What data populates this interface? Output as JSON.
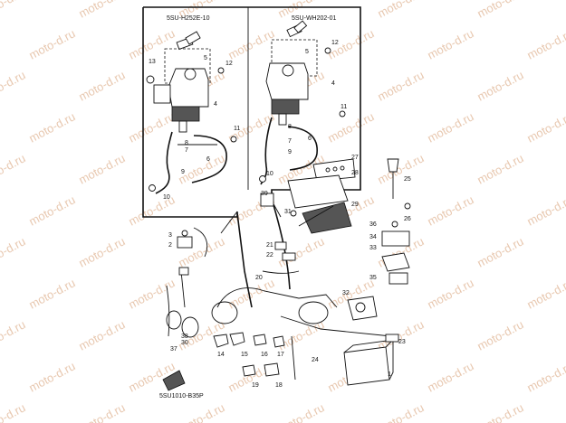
{
  "watermark": "moto-d.ru",
  "codes": {
    "left_box": "5SU-H252E-10",
    "right_box": "5SU-WH202-01",
    "footer": "5SU1010-B35P"
  },
  "callouts": {
    "c1": "1",
    "c2": "2",
    "c3": "3",
    "c4a": "4",
    "c4b": "4",
    "c5a": "5",
    "c5b": "5",
    "c6a": "6",
    "c6b": "6",
    "c7a": "7",
    "c7b": "7",
    "c8a": "8",
    "c8b": "8",
    "c9a": "9",
    "c9b": "9",
    "c10a": "10",
    "c10b": "10",
    "c11a": "11",
    "c11b": "11",
    "c12a": "12",
    "c12b": "12",
    "c13": "13",
    "c14": "14",
    "c15": "15",
    "c16": "16",
    "c17": "17",
    "c18": "18",
    "c19": "19",
    "c20": "20",
    "c21": "21",
    "c22": "22",
    "c23": "23",
    "c24": "24",
    "c25": "25",
    "c26": "26",
    "c27": "27",
    "c28": "28",
    "c29": "29",
    "c30": "30",
    "c31": "31",
    "c32": "32",
    "c33": "33",
    "c34": "34",
    "c35": "35",
    "c36": "36",
    "c37": "37",
    "c38": "38",
    "c39": "39"
  }
}
